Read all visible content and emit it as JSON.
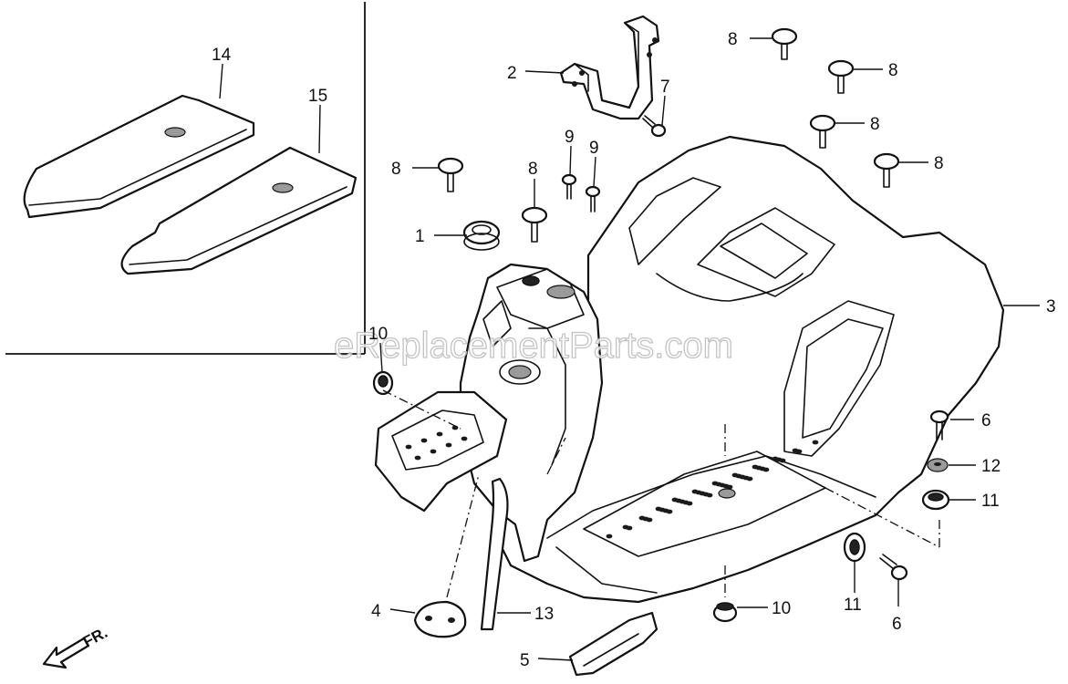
{
  "watermark": "eReplacementParts.com",
  "direction_label": "FR.",
  "callouts": [
    "1",
    "2",
    "3",
    "4",
    "5",
    "6",
    "6",
    "7",
    "8",
    "8",
    "8",
    "8",
    "8",
    "8",
    "9",
    "9",
    "10",
    "10",
    "11",
    "11",
    "12",
    "13",
    "14",
    "15"
  ],
  "colors": {
    "line": "#111111",
    "background": "#ffffff",
    "watermark_outline": "#b9b9b9"
  }
}
